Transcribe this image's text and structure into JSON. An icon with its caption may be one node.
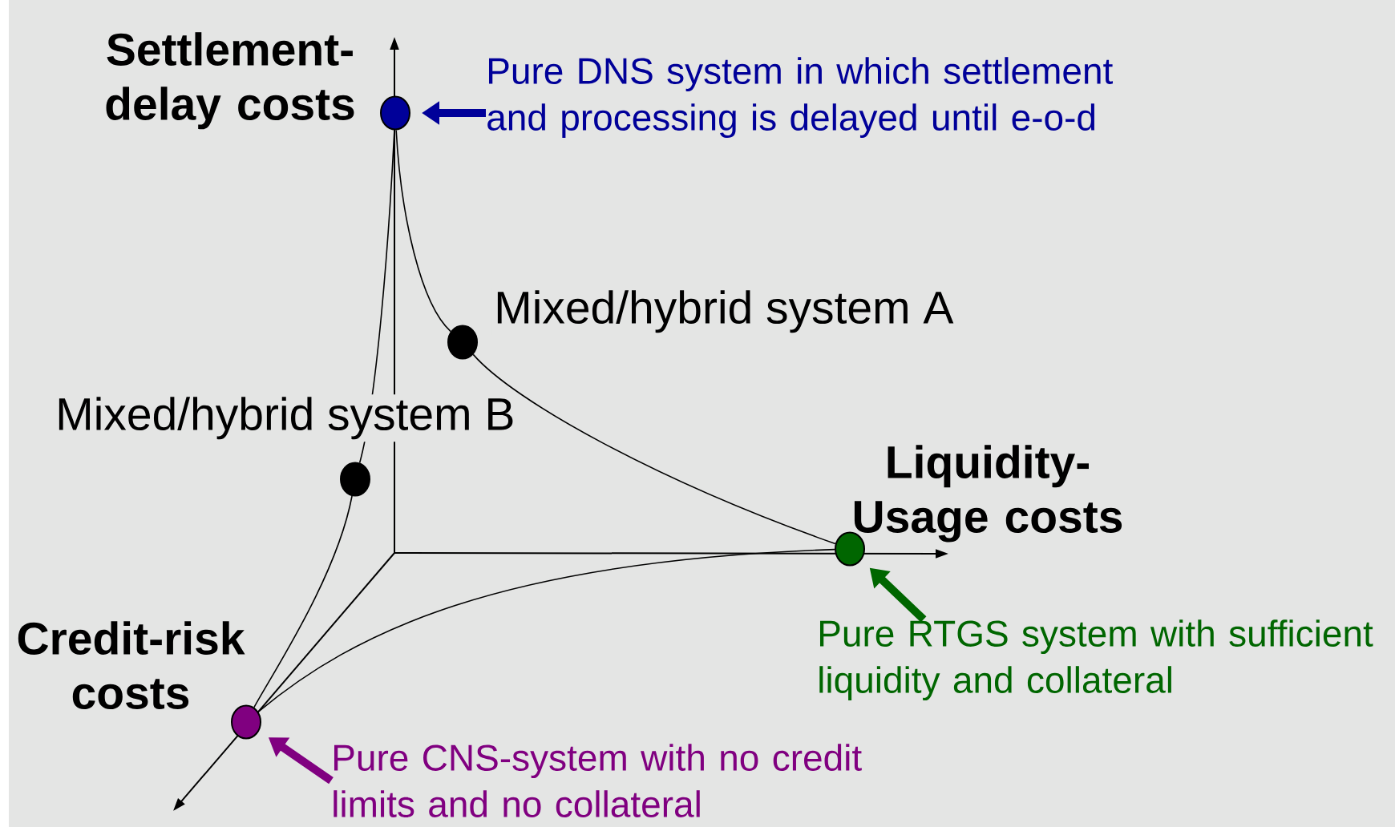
{
  "diagram": {
    "nodes": [
      {
        "text": [
          "Pure DNS system in which settlement and processing is delayed until e-o-d"
        ]
      },
      {
        "text": [],
        "shape": "circle"
      },
      {
        "text": [],
        "shape": "circle",
        "beside": [
          "Mixed/hybrid system A"
        ]
      },
      {
        "text": [],
        "shape": "circle",
        "beside": [
          "Mixed/hybrid system B"
        ]
      },
      {
        "text": [],
        "shape": "circle"
      },
      {
        "text": [
          "Pure RTGS system with sufficient liquidity and collateral"
        ]
      },
      {
        "text": [],
        "shape": "circle"
      },
      {
        "text": [
          "Pure CNS-system with no credit limits and no collateral"
        ]
      }
    ],
    "edges": [
      {
        "from": 0,
        "to": 1,
        "arrow": "to",
        "style": "thick",
        "color": "#000099"
      },
      {
        "from": 1,
        "to": 2,
        "arrow": "none"
      },
      {
        "from": 2,
        "to": 4,
        "arrow": "none"
      },
      {
        "from": 1,
        "to": 3,
        "arrow": "none"
      },
      {
        "from": 3,
        "to": 6,
        "arrow": "none"
      },
      {
        "from": 6,
        "to": 4,
        "arrow": "none"
      },
      {
        "from": 5,
        "to": 4,
        "arrow": "to",
        "style": "thick",
        "color": "#006600"
      },
      {
        "from": 7,
        "to": 6,
        "arrow": "to",
        "style": "thick",
        "color": "#800080"
      }
    ],
    "labels": [
      "Settlement- delay costs",
      "Liquidity- Usage costs",
      "Credit-risk costs"
    ]
  }
}
